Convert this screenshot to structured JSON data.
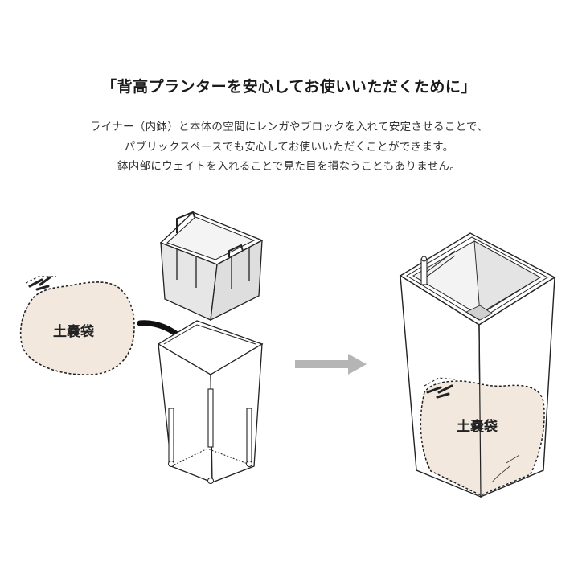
{
  "title": "「背高プランターを安心してお使いいただくために」",
  "description": [
    "ライナー（内鉢）と本体の空間にレンガやブロックを入れて安定させることで、",
    "パブリックスペースでも安心してお使いいただくことができます。",
    "鉢内部にウェイトを入れることで見た目を損なうこともありません。"
  ],
  "left_bag": {
    "label": "土嚢袋"
  },
  "right_bag": {
    "label": "土嚢袋"
  },
  "colors": {
    "bag_fill": "#f2e8de",
    "line": "#222222",
    "liner_fill": "#e6e6e6",
    "arrow_gray": "#b5b5b5"
  }
}
